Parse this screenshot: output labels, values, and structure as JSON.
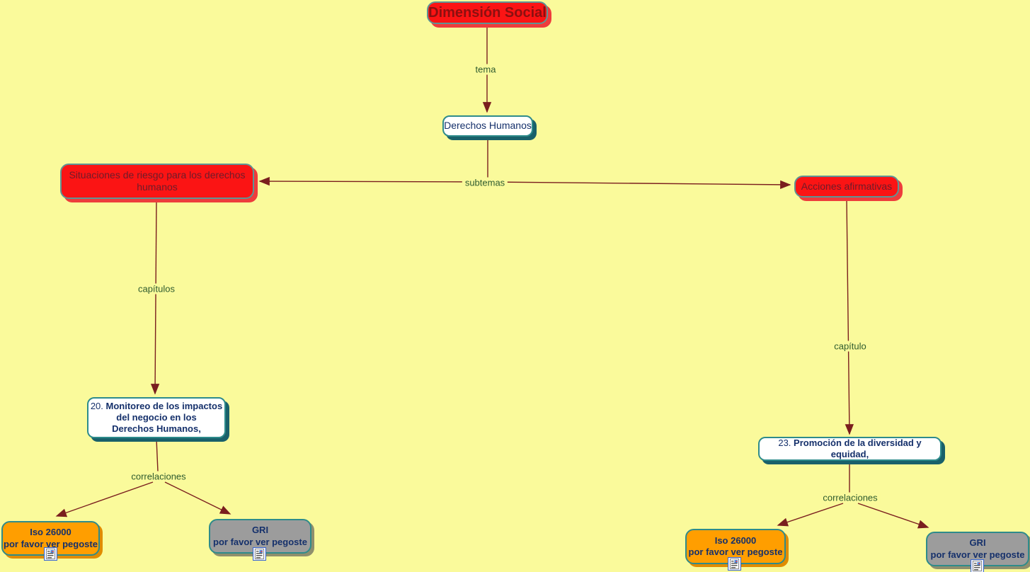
{
  "colors": {
    "background": "#fafa9b",
    "node_red": "#fb1414",
    "node_orange": "#ff9e00",
    "node_gray": "#9c9c9c",
    "node_white": "#ffffff",
    "border_teal": "#2e8b8b",
    "border_slate": "#5e9494",
    "line_maroon": "#7a1e1e",
    "label_green": "#2e5b2e",
    "text_navy": "#15306b",
    "text_maroon": "#6e1c2a",
    "title_dark_red": "#8c1010"
  },
  "nodes": {
    "dimension_social": {
      "label": "Dimensión Social"
    },
    "derechos_humanos": {
      "label": "Derechos Humanos"
    },
    "situaciones": {
      "label": "Situaciones de riesgo para los derechos\nhumanos"
    },
    "acciones": {
      "label": "Acciones afirmativas"
    },
    "cap20": {
      "prefix": "20. ",
      "label": "Monitoreo de los impactos\ndel negocio en los\nDerechos Humanos,"
    },
    "cap23": {
      "prefix": "23. ",
      "label": "Promoción de la diversidad y equidad,"
    },
    "iso_left": {
      "label": "Iso 26000\npor favor ver pegoste"
    },
    "gri_left": {
      "label": "GRI\npor favor ver pegoste"
    },
    "iso_right": {
      "label": "Iso 26000\npor favor ver pegoste"
    },
    "gri_right": {
      "label": "GRI\npor favor ver pegoste"
    }
  },
  "links": {
    "tema": "tema",
    "subtemas": "subtemas",
    "capitulos": "capítulos",
    "capitulo": "capítulo",
    "correlaciones_left": "correlaciones",
    "correlaciones_right": "correlaciones"
  },
  "icons": {
    "resource": "resource-icon"
  }
}
